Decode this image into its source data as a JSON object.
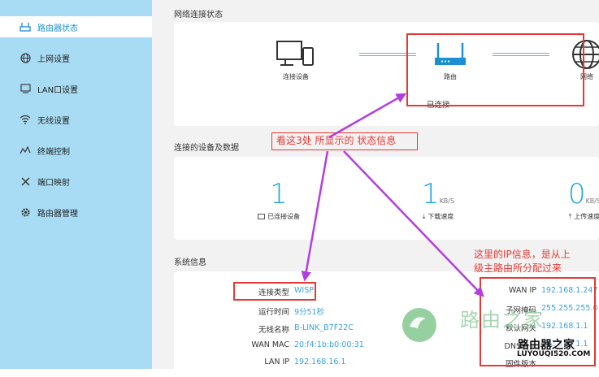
{
  "sidebar": {
    "items": [
      {
        "label": "路由器状态",
        "icon": "router-icon"
      },
      {
        "label": "上网设置",
        "icon": "globe-icon"
      },
      {
        "label": "LAN口设置",
        "icon": "monitor-icon"
      },
      {
        "label": "无线设置",
        "icon": "wifi-icon"
      },
      {
        "label": "终端控制",
        "icon": "chart-icon"
      },
      {
        "label": "端口映射",
        "icon": "tools-icon"
      },
      {
        "label": "路由器管理",
        "icon": "gear-icon"
      }
    ]
  },
  "network": {
    "title": "网络连接状态",
    "device_label": "连接设备",
    "router_label": "路由",
    "internet_label": "网络",
    "status_text": "已连接"
  },
  "devices": {
    "title": "连接的设备及数据",
    "connected": {
      "value": "1",
      "label": "已连接设备"
    },
    "download": {
      "value": "1",
      "unit": "KB/S",
      "label": "下载速度"
    },
    "upload": {
      "value": "0",
      "unit": "KB/S",
      "label": "上传速度"
    }
  },
  "sysinfo": {
    "title": "系统信息",
    "left": [
      {
        "key": "连接类型",
        "value": "WISP"
      },
      {
        "key": "运行时间",
        "value": "9分51秒"
      },
      {
        "key": "无线名称",
        "value": "B-LINK_B7F22C"
      },
      {
        "key": "WAN MAC",
        "value": "20:f4:1b:b0:00:31"
      },
      {
        "key": "LAN IP",
        "value": "192.168.16.1"
      }
    ],
    "right": [
      {
        "key": "WAN IP",
        "value": "192.168.1.247"
      },
      {
        "key": "子网掩码",
        "value": "255.255.255.0"
      },
      {
        "key": "默认网关",
        "value": "192.168.1.1"
      },
      {
        "key": "DNS服务",
        "value": "192.168.1.1"
      },
      {
        "key": "固件版本",
        "value": ""
      }
    ]
  },
  "annotations": {
    "top": "看这3处 所显示的 状态信息",
    "right_line1": "这里的IP信息，是从上",
    "right_line2": "级主路由所分配过来"
  },
  "watermark": {
    "text": "路由之家",
    "brand": "路由器之家",
    "url": "LUYOUQI520.COM"
  },
  "colors": {
    "accent": "#1ea3e6",
    "sidebar": "#a8dcf5",
    "annotation": "#e53935",
    "arrow": "#b43ee0"
  }
}
